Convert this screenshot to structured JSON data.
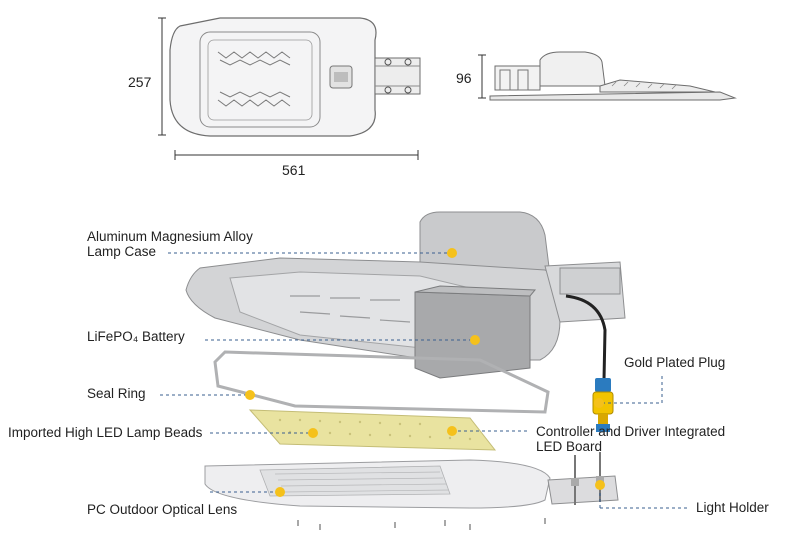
{
  "dimensions": {
    "width_label": "257",
    "length_label": "561",
    "height_label": "96"
  },
  "callouts": {
    "lamp_case": [
      "Aluminum Magnesium Alloy",
      "Lamp Case"
    ],
    "battery": "LiFePO₄ Battery",
    "seal_ring": "Seal Ring",
    "led_beads": "Imported High LED Lamp Beads",
    "lens": "PC Outdoor Optical Lens",
    "plug": "Gold Plated Plug",
    "controller": [
      "Controller and Driver Integrated",
      "LED Board"
    ],
    "holder": "Light Holder"
  },
  "colors": {
    "marker": "#f5c11b",
    "leader": "#3a5f8f",
    "housing": "#c8c9cb",
    "led_board": "#e6e2a8",
    "plug": "#f2c400",
    "cable": "#222222"
  }
}
